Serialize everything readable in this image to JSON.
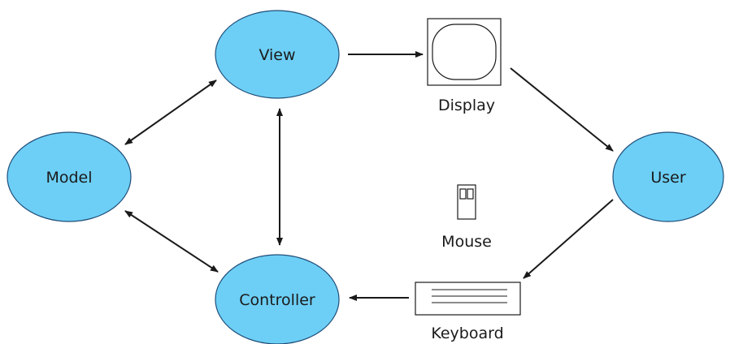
{
  "nodes": {
    "view": "View",
    "model": "Model",
    "controller": "Controller",
    "user": "User"
  },
  "devices": {
    "display": "Display",
    "mouse": "Mouse",
    "keyboard": "Keyboard"
  },
  "colors": {
    "node_fill": "#6dcff6",
    "node_stroke": "#1f4e79",
    "arrow": "#1a1a1a"
  },
  "edges": [
    {
      "from": "view",
      "to": "display",
      "direction": "one-way"
    },
    {
      "from": "display",
      "to": "user",
      "direction": "one-way"
    },
    {
      "from": "user",
      "to": "keyboard",
      "direction": "one-way"
    },
    {
      "from": "keyboard",
      "to": "controller",
      "direction": "one-way"
    },
    {
      "from": "model",
      "to": "view",
      "direction": "two-way"
    },
    {
      "from": "model",
      "to": "controller",
      "direction": "two-way"
    },
    {
      "from": "view",
      "to": "controller",
      "direction": "two-way"
    }
  ]
}
